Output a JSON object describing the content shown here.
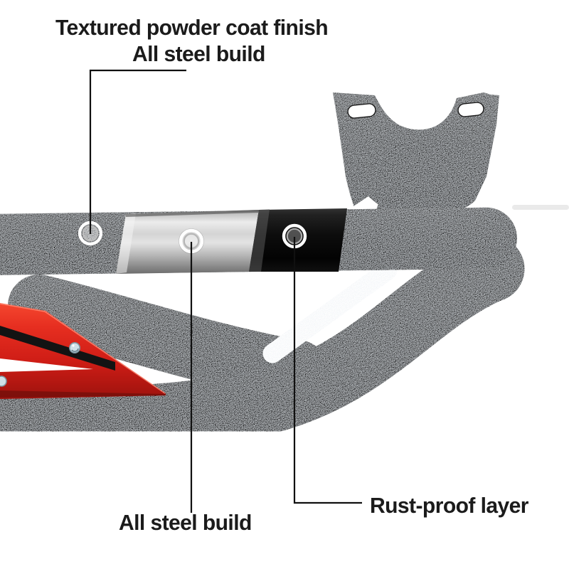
{
  "figure": {
    "background": "#ffffff"
  },
  "callouts": [
    {
      "id": "powder-coat-finish",
      "label": "Textured powder coat finish"
    },
    {
      "id": "steel-build-top",
      "label": "All steel build"
    },
    {
      "id": "steel-build-bottom",
      "label": "All steel build"
    },
    {
      "id": "rust-proof-layer",
      "label": "Rust-proof layer"
    }
  ],
  "colors": {
    "text": "#1b1b1b",
    "callout_line": "#101010",
    "powder_coat_black": "#1a1a1a",
    "bare_steel_silver": "#d6d6d6",
    "rust_proof_black": "#0d0d0d",
    "step_plate_red": "#d8231b",
    "screw_silver": "#cfe0e8",
    "marker_ring_white": "#ffffff"
  }
}
